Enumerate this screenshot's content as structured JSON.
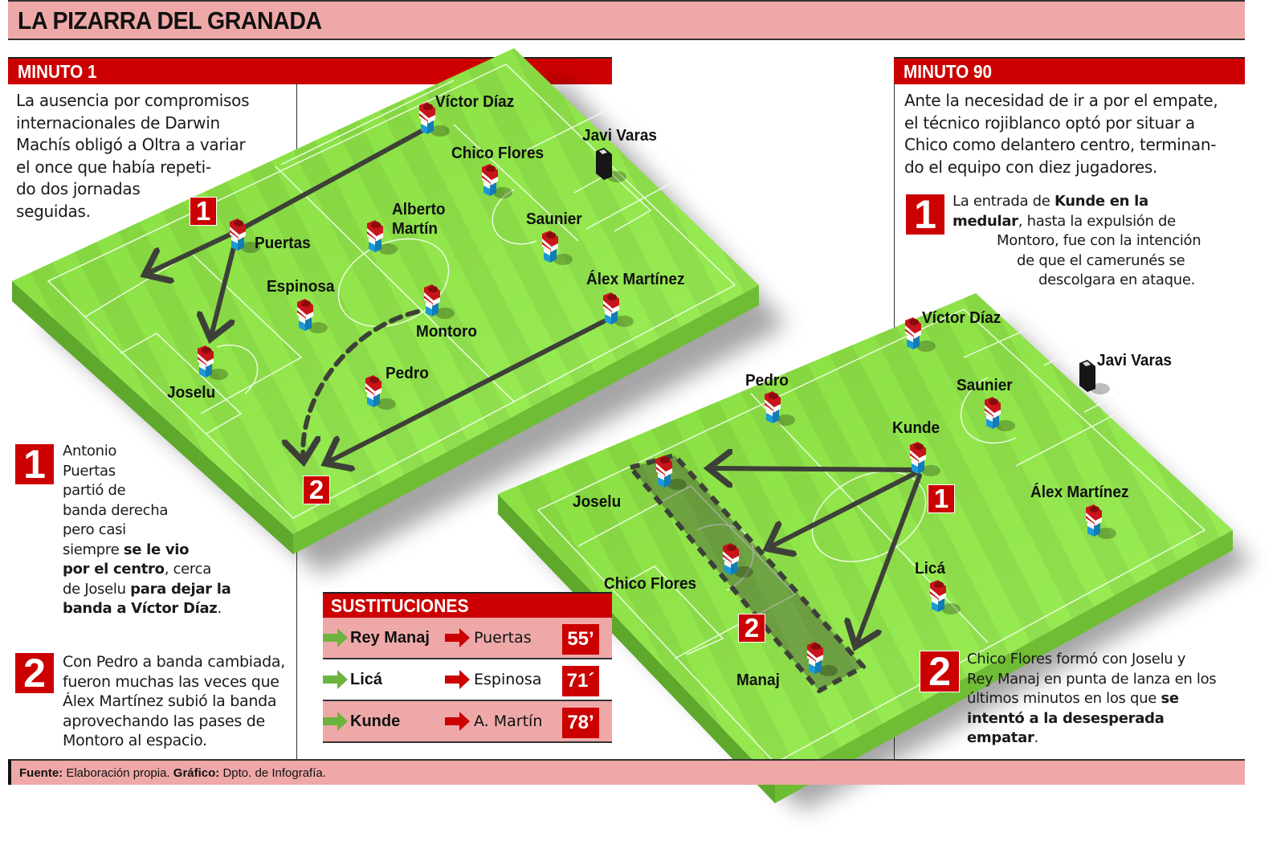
{
  "header": {
    "title": "LA PIZARRA DEL GRANADA"
  },
  "colors": {
    "accent_red": "#cc0000",
    "header_pink": "#efa8a8",
    "pitch_green": "#8fe04a",
    "arrow_dark": "#3d4038",
    "sub_in_green": "#6cb33f"
  },
  "minute1": {
    "heading": "MINUTO 1",
    "intro": [
      "La ausencia por compromisos",
      "internacionales de Darwin",
      "Machís obligó a Oltra a variar",
      "el once que había repeti-",
      "do dos jornadas",
      "seguidas."
    ],
    "note1": {
      "number": "1",
      "lines": [
        [
          {
            "t": "Antonio"
          }
        ],
        [
          {
            "t": "Puertas"
          }
        ],
        [
          {
            "t": "partió de"
          }
        ],
        [
          {
            "t": "banda derecha"
          }
        ],
        [
          {
            "t": "pero casi"
          }
        ],
        [
          {
            "t": "siempre "
          },
          {
            "t": "se le vio",
            "b": true
          }
        ],
        [
          {
            "t": "por el centro",
            "b": true
          },
          {
            "t": ", cerca"
          }
        ],
        [
          {
            "t": "de Joselu "
          },
          {
            "t": "para dejar la",
            "b": true
          }
        ],
        [
          {
            "t": "banda a Víctor Díaz",
            "b": true
          },
          {
            "t": "."
          }
        ]
      ]
    },
    "note2": {
      "number": "2",
      "lines": [
        "Con Pedro a banda cambiada,",
        "fueron muchas las veces que",
        "Álex Martínez subió la banda",
        "aprovechando las pases de",
        "Montoro al espacio."
      ]
    },
    "pitch_markers": [
      "1",
      "2"
    ],
    "players": [
      {
        "name": "Víctor Díaz",
        "kit": "home"
      },
      {
        "name": "Chico Flores",
        "kit": "home"
      },
      {
        "name": "Javi Varas",
        "kit": "goalkeeper"
      },
      {
        "name": "Alberto",
        "name2": "Martín",
        "kit": "home"
      },
      {
        "name": "Saunier",
        "kit": "home"
      },
      {
        "name": "Puertas",
        "kit": "home"
      },
      {
        "name": "Espinosa",
        "kit": "home"
      },
      {
        "name": "Montoro",
        "kit": "home"
      },
      {
        "name": "Álex Martínez",
        "kit": "home"
      },
      {
        "name": "Joselu",
        "kit": "home"
      },
      {
        "name": "Pedro",
        "kit": "home"
      }
    ]
  },
  "minute90": {
    "heading": "MINUTO 90",
    "intro": [
      "Ante la necesidad de ir a por el empate,",
      "el técnico rojiblanco optó por situar a",
      "Chico como delantero centro, terminan-",
      "do el equipo con diez jugadores."
    ],
    "note1": {
      "number": "1",
      "lines": [
        [
          {
            "t": "La entrada de "
          },
          {
            "t": "Kunde en la",
            "b": true
          }
        ],
        [
          {
            "t": "medular",
            "b": true
          },
          {
            "t": ", hasta la expulsión de"
          }
        ],
        [
          {
            "t": "Montoro, fue con la intención"
          }
        ],
        [
          {
            "t": "de que el camerunés se"
          }
        ],
        [
          {
            "t": "descolgara en ataque."
          }
        ]
      ]
    },
    "note2": {
      "number": "2",
      "lines": [
        [
          {
            "t": "Chico Flores formó con Joselu y"
          }
        ],
        [
          {
            "t": "Rey Manaj en punta de lanza en los"
          }
        ],
        [
          {
            "t": "últimos minutos en los que "
          },
          {
            "t": "se",
            "b": true
          }
        ],
        [
          {
            "t": "intentó a la desesperada",
            "b": true
          }
        ],
        [
          {
            "t": "empatar",
            "b": true
          },
          {
            "t": "."
          }
        ]
      ]
    },
    "pitch_markers": [
      "1",
      "2"
    ],
    "players": [
      {
        "name": "Víctor Díaz",
        "kit": "home"
      },
      {
        "name": "Javi Varas",
        "kit": "goalkeeper"
      },
      {
        "name": "Pedro",
        "kit": "home"
      },
      {
        "name": "Saunier",
        "kit": "home"
      },
      {
        "name": "Kunde",
        "kit": "home"
      },
      {
        "name": "Joselu",
        "kit": "home"
      },
      {
        "name": "Álex Martínez",
        "kit": "home"
      },
      {
        "name": "Licá",
        "kit": "home"
      },
      {
        "name": "Chico Flores",
        "kit": "home"
      },
      {
        "name": "Manaj",
        "kit": "home"
      }
    ]
  },
  "substitutions": {
    "heading": "SUSTITUCIONES",
    "rows": [
      {
        "in": "Rey Manaj",
        "out": "Puertas",
        "minute": "55’"
      },
      {
        "in": "Licá",
        "out": "Espinosa",
        "minute": "71´"
      },
      {
        "in": "Kunde",
        "out": "A. Martín",
        "minute": "78’"
      }
    ]
  },
  "footer": {
    "source_label": "Fuente:",
    "source": "Elaboración propia.",
    "graphic_label": "Gráfico:",
    "graphic": "Dpto. de Infografía."
  }
}
